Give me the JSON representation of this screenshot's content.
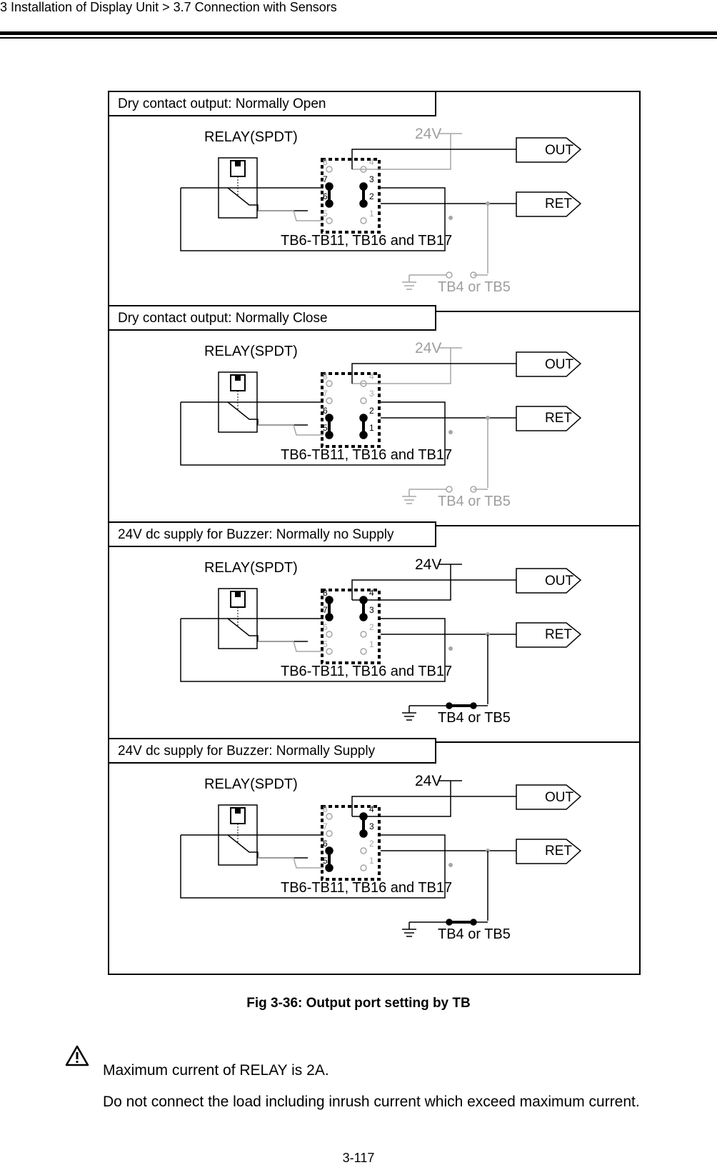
{
  "header": {
    "breadcrumb": "3 Installation of Display Unit > 3.7 Connection with Sensors"
  },
  "panels": [
    {
      "title": "Dry contact output: Normally Open",
      "relay_label": "RELAY(SPDT)",
      "tb_label": "TB6-TB11, TB16 and TB17",
      "v24": "24V",
      "out": "OUT",
      "ret": "RET",
      "ground_label": "TB4 or TB5"
    },
    {
      "title": "Dry contact output: Normally Close",
      "relay_label": "RELAY(SPDT)",
      "tb_label": "TB6-TB11, TB16 and TB17",
      "v24": "24V",
      "out": "OUT",
      "ret": "RET",
      "ground_label": "TB4 or TB5"
    },
    {
      "title": "24V dc supply for Buzzer: Normally no Supply",
      "relay_label": "RELAY(SPDT)",
      "tb_label": "TB6-TB11, TB16 and TB17",
      "v24": "24V",
      "out": "OUT",
      "ret": "RET",
      "ground_label": "TB4 or TB5"
    },
    {
      "title": "24V dc supply for Buzzer: Normally Supply",
      "relay_label": "RELAY(SPDT)",
      "tb_label": "TB6-TB11, TB16 and TB17",
      "v24": "24V",
      "out": "OUT",
      "ret": "RET",
      "ground_label": "TB4 or TB5"
    }
  ],
  "terminal_numbers": {
    "left": [
      "8",
      "7",
      "6",
      "5"
    ],
    "right": [
      "4",
      "3",
      "2",
      "1"
    ]
  },
  "caption": "Fig 3-36: Output port setting by TB",
  "notes": [
    "Maximum current of RELAY is 2A.",
    "Do not connect the load including inrush current which exceed maximum current."
  ],
  "page_number": "3-117",
  "colors": {
    "active": "#000000",
    "inactive": "#a6a6a6"
  }
}
